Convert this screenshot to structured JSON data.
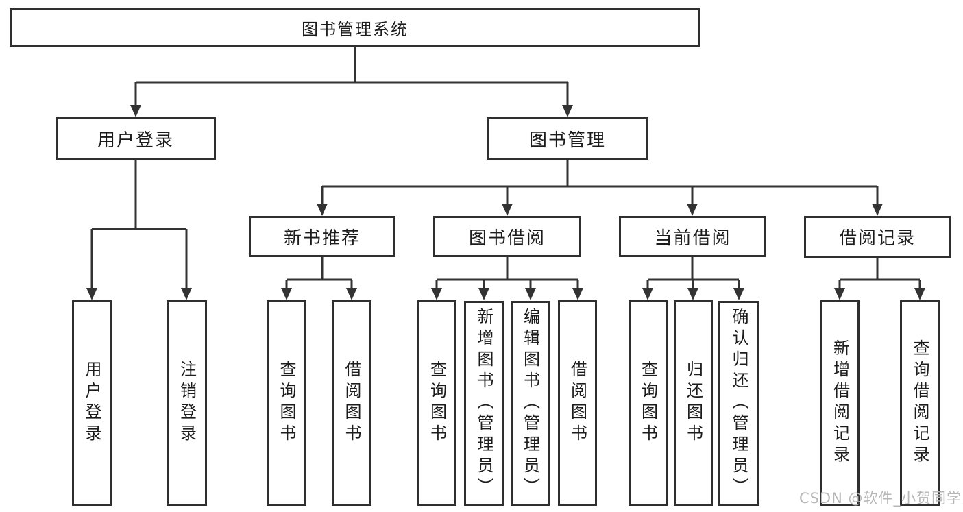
{
  "title": "图书管理系统",
  "user_branch": {
    "label": "用户登录",
    "children": [
      "用户登录",
      "注销登录"
    ]
  },
  "mgmt_branch": {
    "label": "图书管理"
  },
  "sections": [
    {
      "label": "新书推荐",
      "children": [
        "查询图书",
        "借阅图书"
      ]
    },
    {
      "label": "图书借阅",
      "children": [
        "查询图书",
        "新增图书（管理员）",
        "编辑图书（管理员）",
        "借阅图书"
      ]
    },
    {
      "label": "当前借阅",
      "children": [
        "查询图书",
        "归还图书",
        "确认归还（管理员）"
      ]
    },
    {
      "label": "借阅记录",
      "children": [
        "新增借阅记录",
        "查询借阅记录"
      ]
    }
  ],
  "watermark": "CSDN @软件_小贺同学",
  "colors": {
    "line": "#333333",
    "border": "#2f2f2f",
    "fill": "#ffffff",
    "text": "#1c1c1c",
    "watermark": "#b7b7b7"
  }
}
